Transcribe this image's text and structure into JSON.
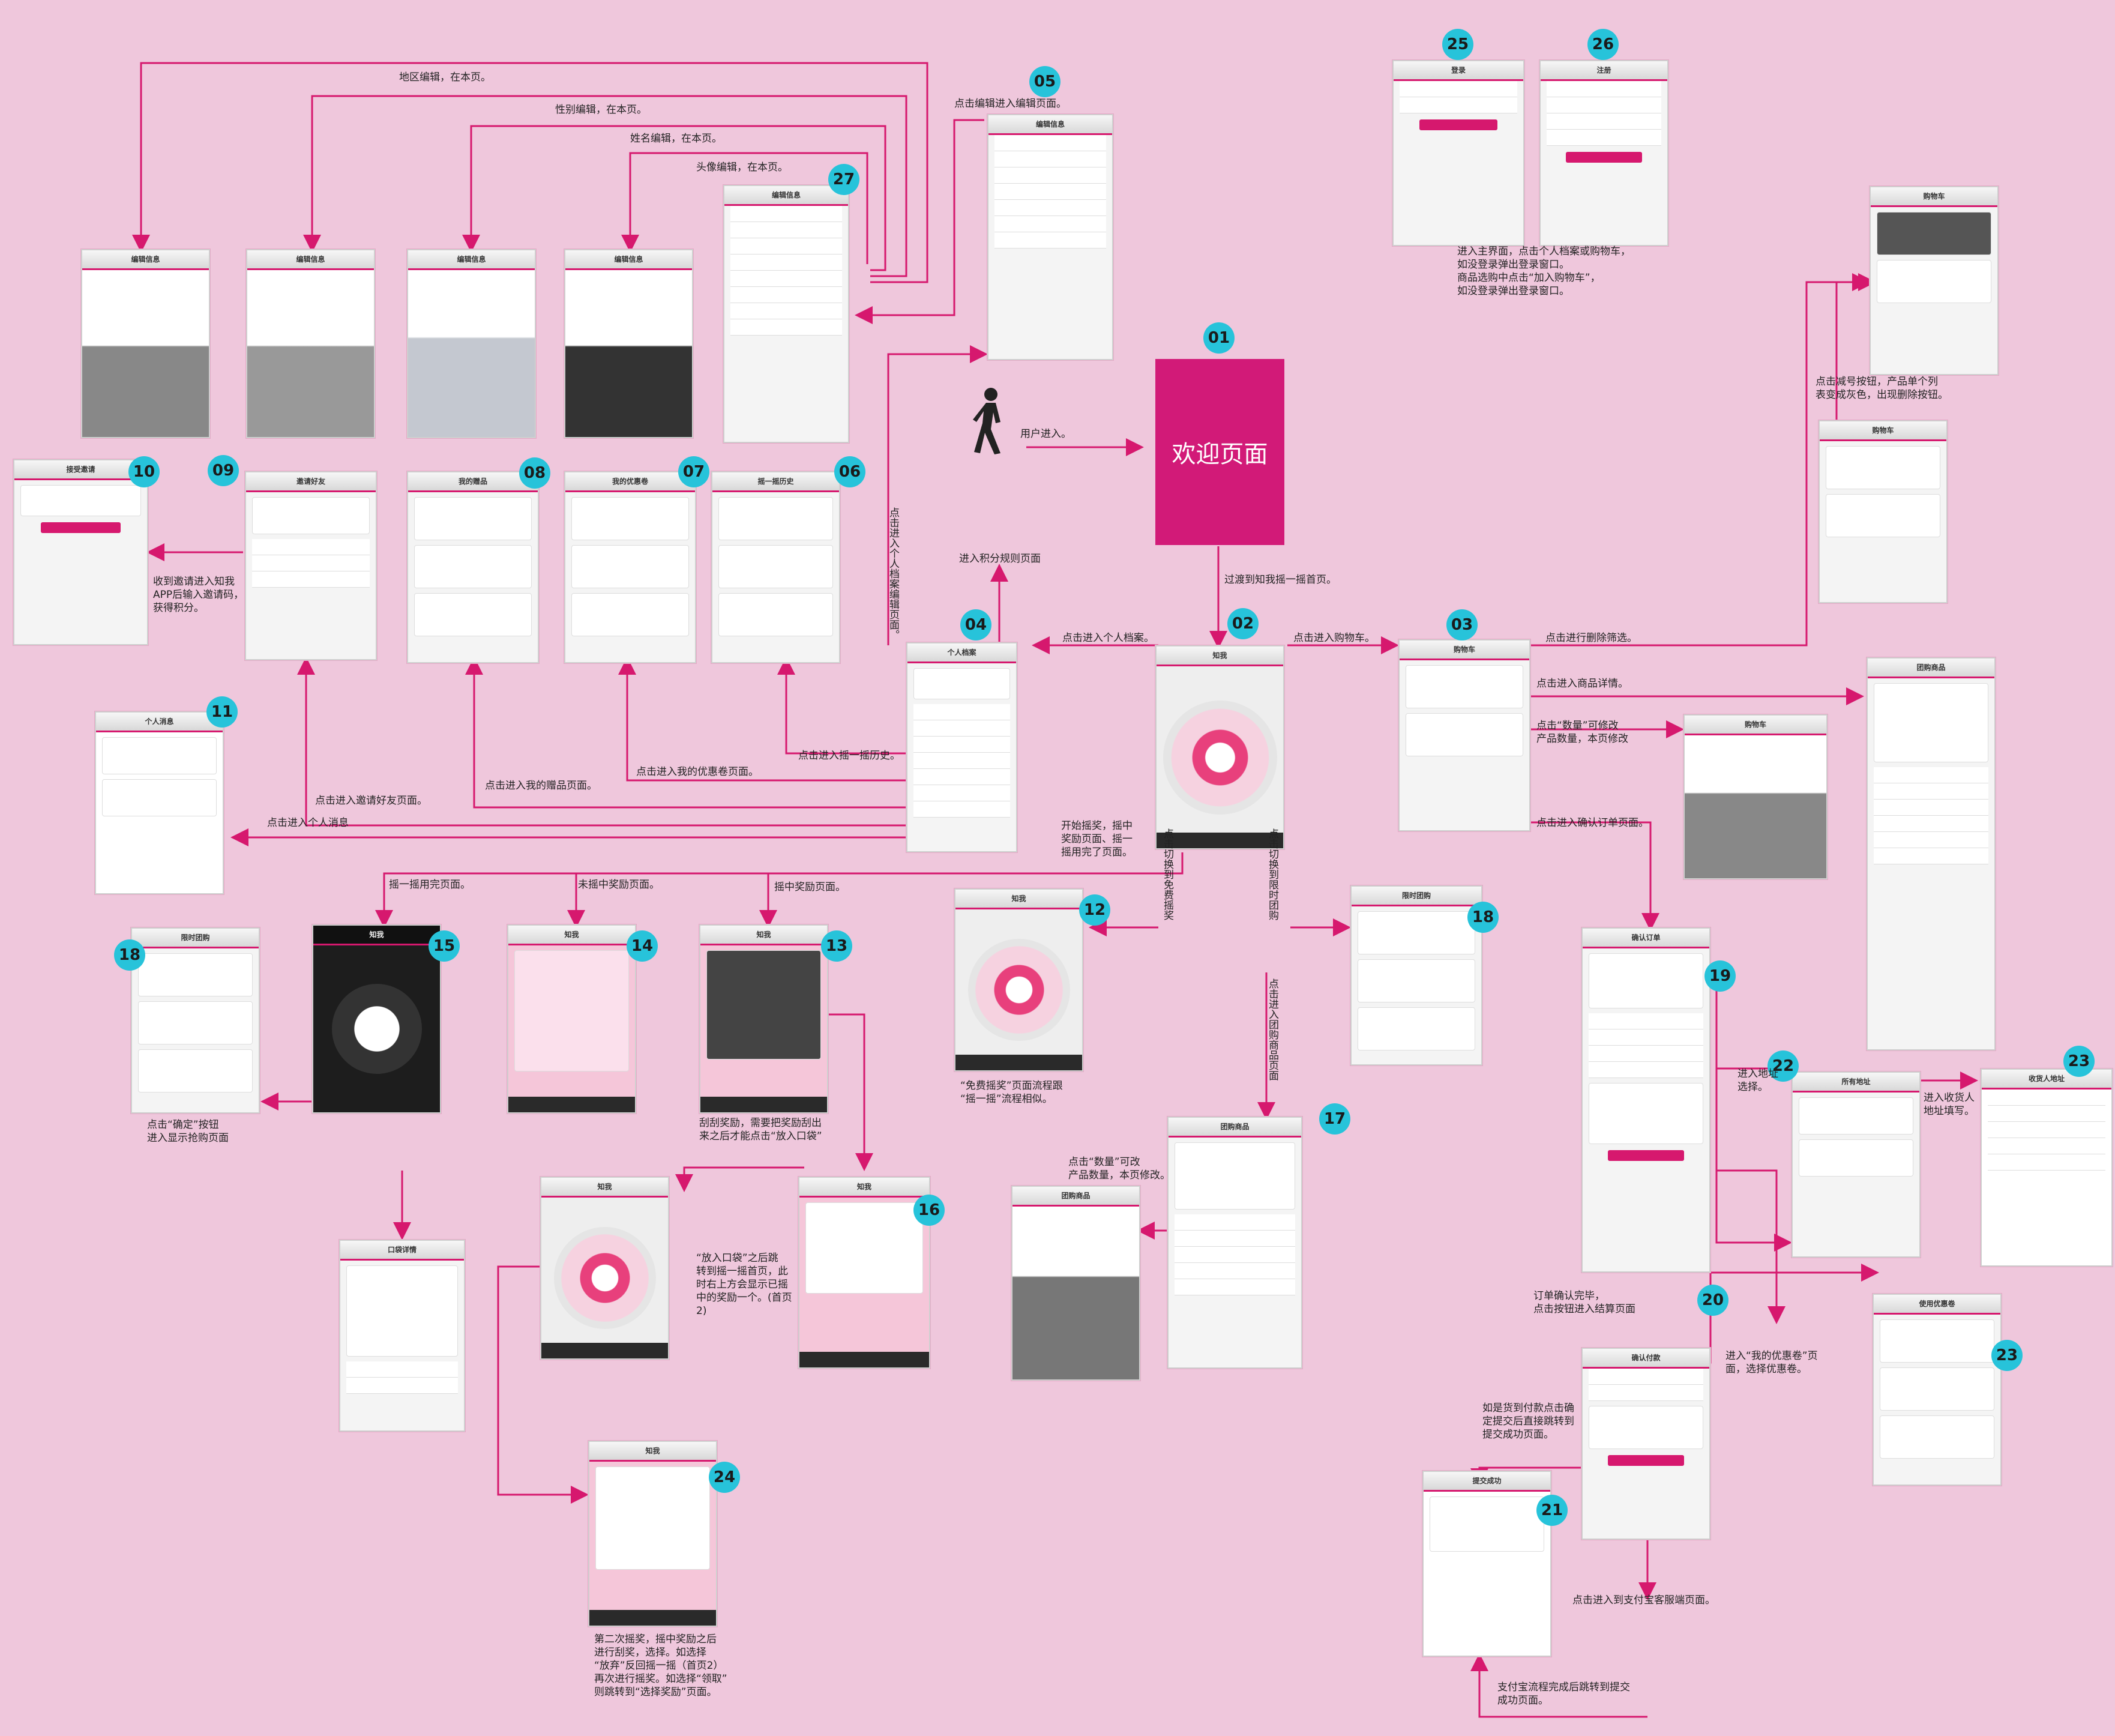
{
  "welcome": {
    "label": "欢迎页面"
  },
  "user_enter": "用户进入。",
  "badges": {
    "b01": "01",
    "b02": "02",
    "b03": "03",
    "b04": "04",
    "b05": "05",
    "b06": "06",
    "b07": "07",
    "b08": "08",
    "b09": "09",
    "b10": "10",
    "b11": "11",
    "b12": "12",
    "b13": "13",
    "b14": "14",
    "b15": "15",
    "b16": "16",
    "b17": "17",
    "b18a": "18",
    "b18b": "18",
    "b19": "19",
    "b20": "20",
    "b21": "21",
    "b22": "22",
    "b23a": "23",
    "b23b": "23",
    "b24": "24",
    "b25": "25",
    "b26": "26",
    "b27": "27"
  },
  "screens": {
    "s05": "编辑信息",
    "s27": "编辑信息",
    "s04": "个人档案",
    "s02": "知我",
    "s03": "购物车",
    "s06": "摇一摇历史",
    "s07": "我的优惠卷",
    "s08": "我的赠品",
    "s09": "邀请好友",
    "s10": "接受邀请",
    "s11": "个人消息",
    "s12": "知我",
    "s13": "知我",
    "s14": "知我",
    "s15": "知我",
    "s16": "知我",
    "s17": "团购商品",
    "s18a": "限时团购",
    "s18b": "限时团购",
    "s19": "确认订单",
    "s20": "确认付款",
    "s21": "提交成功",
    "s22": "所有地址",
    "s23a": "收货人地址",
    "s23b": "使用优惠卷",
    "s24": "知我",
    "s25": "登录",
    "s26": "注册",
    "ed1": "编辑信息",
    "ed2": "编辑信息",
    "ed3": "编辑信息",
    "ed4": "编辑信息",
    "cart2": "购物车",
    "cart3": "购物车",
    "cart4": "购物车",
    "detail": "团购商品",
    "pocket": "口袋详情",
    "qty": "团购商品"
  },
  "notes": {
    "n_region": "地区编辑，在本页。",
    "n_gender": "性别编辑，在本页。",
    "n_name": "姓名编辑，在本页。",
    "n_avatar": "头像编辑，在本页。",
    "n_edit": "点击编辑进入编辑页面。",
    "n_login": "进入主界面，点击个人档案或购物车，\n如没登录弹出登录窗口。\n商品选购中点击“加入购物车”，\n如没登录弹出登录窗口。",
    "n_del": "点击减号按钮，产品单个列\n表变成灰色，出现删除按钮。",
    "n_transit": "过渡到知我摇一摇首页。",
    "n_profile": "点击进入个人档案。",
    "n_cart": "点击进入购物车。",
    "n_delfilter": "点击进行删除筛选。",
    "n_detail": "点击进入商品详情。",
    "n_qty": "点击“数量”可修改\n产品数量，本页修改",
    "n_confirm": "点击进入确认订单页面。",
    "n_points": "进入积分规则页面",
    "n_history": "点击进入摇一摇历史。",
    "n_coupon": "点击进入我的优惠卷页面。",
    "n_gift": "点击进入我的赠品页面。",
    "n_invite": "点击进入邀请好友页面。",
    "n_msg": "点击进入个人消息",
    "n_accept": "收到邀请进入知我\nAPP后输入邀请码，\n获得积分。",
    "n_shake": "开始摇奖，摇中\n奖励页面、摇一\n摇用完了页面。",
    "n_used": "摇一摇用完页面。",
    "n_none": "未摇中奖励页面。",
    "n_win": "摇中奖励页面。",
    "n_ok": "点击“确定”按钮\n进入显示抢购页面",
    "n_free": "“免费摇奖”页面流程跟\n“摇一摇”流程相似。",
    "n_scratch": "刮刮奖励，需要把奖励刮出\n来之后才能点击“放入口袋”",
    "n_qty2": "点击“数量”可改\n产品数量，本页修改。",
    "n_pocket": "“放入口袋”之后跳\n转到摇一摇首页，此\n时右上方会显示已摇\n中的奖励一个。(首页\n2)",
    "n_second": "第二次摇奖，摇中奖励之后\n进行刮奖，选择。如选择\n“放弃”反回摇一摇（首页2）\n再次进行摇奖。如选择“领取”\n则跳转到“选择奖励”页面。",
    "n_finish": "订单确认完毕，\n点击按钮进入结算页面",
    "n_address": "进入地址\n选择。",
    "n_addrfill": "进入收货人\n地址填写。",
    "n_mycoupon": "进入“我的优惠卷”页\n面，选择优惠卷。",
    "n_cod": "如是货到付款点击确\n定提交后直接跳转到\n提交成功页面。",
    "n_alipay": "点击进入到支付宝客服端页面。",
    "n_alipaydone": "支付宝流程完成后跳转到提交\n成功页面。",
    "v_editprofile": "点击进入个人档案编辑页面。",
    "v_free": "点击切换到免费摇奖",
    "v_limited": "点击切换到限时团购",
    "v_groupdetail": "点击进入团购商品页面"
  },
  "colors": {
    "bg": "#efc7dc",
    "brand": "#d21a78",
    "badge": "#27c3da",
    "arrow": "#d6186e"
  }
}
